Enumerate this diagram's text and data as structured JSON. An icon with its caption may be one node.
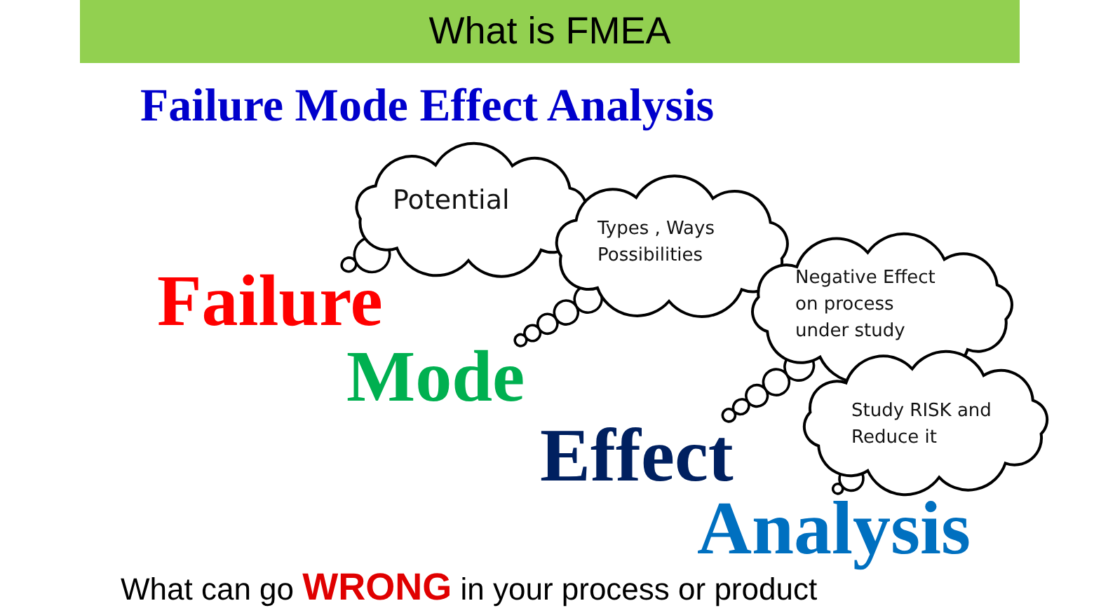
{
  "diagram": {
    "title": "What is FMEA",
    "caption": "What can go **WRONG** in your process or product",
    "nodes": [
      {
        "text": [
          "Potential"
        ]
      },
      {
        "text": [
          "Types , Ways Possibilities"
        ]
      },
      {
        "text": [
          "Failure"
        ]
      },
      {
        "text": [
          "Negative Effect on process under study"
        ]
      },
      {
        "text": [
          "Mode"
        ]
      },
      {
        "text": [
          "Study RISK and Reduce it"
        ]
      },
      {
        "text": [
          "Effect"
        ]
      },
      {
        "text": [
          "Analysis"
        ]
      }
    ],
    "edges": [
      {
        "from": 2,
        "to": 0,
        "arrow": "none"
      },
      {
        "from": 4,
        "to": 1,
        "arrow": "none"
      },
      {
        "from": 6,
        "to": 3,
        "arrow": "none"
      },
      {
        "from": 7,
        "to": 5,
        "arrow": "none"
      }
    ],
    "labels": [
      "Failure Mode Effect Analysis"
    ]
  }
}
